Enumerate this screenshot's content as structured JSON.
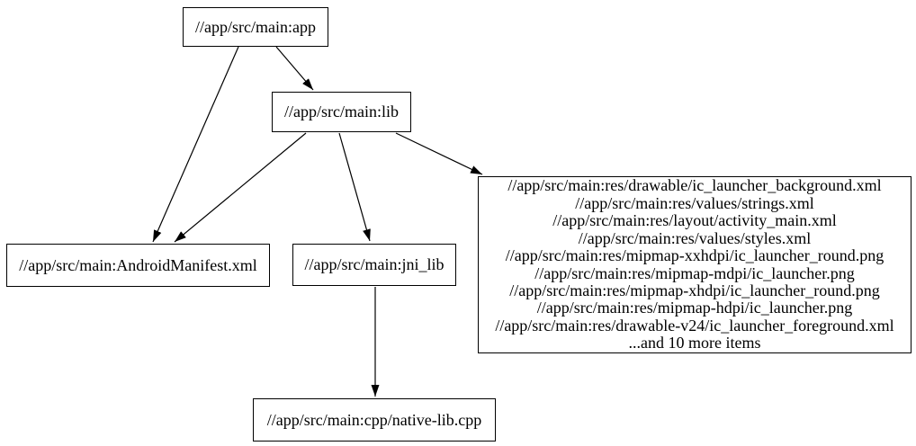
{
  "colors": {
    "background": "#ffffff",
    "node_border": "#000000",
    "text": "#000000",
    "edge": "#000000"
  },
  "graph": {
    "nodes": [
      {
        "id": "app",
        "label": "//app/src/main:app"
      },
      {
        "id": "lib",
        "label": "//app/src/main:lib"
      },
      {
        "id": "manifest",
        "label": "//app/src/main:AndroidManifest.xml"
      },
      {
        "id": "jni_lib",
        "label": "//app/src/main:jni_lib"
      },
      {
        "id": "resources",
        "lines": [
          "//app/src/main:res/drawable/ic_launcher_background.xml",
          "//app/src/main:res/values/strings.xml",
          "//app/src/main:res/layout/activity_main.xml",
          "//app/src/main:res/values/styles.xml",
          "//app/src/main:res/mipmap-xxhdpi/ic_launcher_round.png",
          "//app/src/main:res/mipmap-mdpi/ic_launcher.png",
          "//app/src/main:res/mipmap-xhdpi/ic_launcher_round.png",
          "//app/src/main:res/mipmap-hdpi/ic_launcher.png",
          "//app/src/main:res/drawable-v24/ic_launcher_foreground.xml",
          "...and 10 more items"
        ]
      },
      {
        "id": "native_lib",
        "label": "//app/src/main:cpp/native-lib.cpp"
      }
    ],
    "edges": [
      {
        "from": "app",
        "to": "lib"
      },
      {
        "from": "app",
        "to": "manifest"
      },
      {
        "from": "lib",
        "to": "manifest"
      },
      {
        "from": "lib",
        "to": "jni_lib"
      },
      {
        "from": "lib",
        "to": "resources"
      },
      {
        "from": "jni_lib",
        "to": "native_lib"
      }
    ]
  }
}
